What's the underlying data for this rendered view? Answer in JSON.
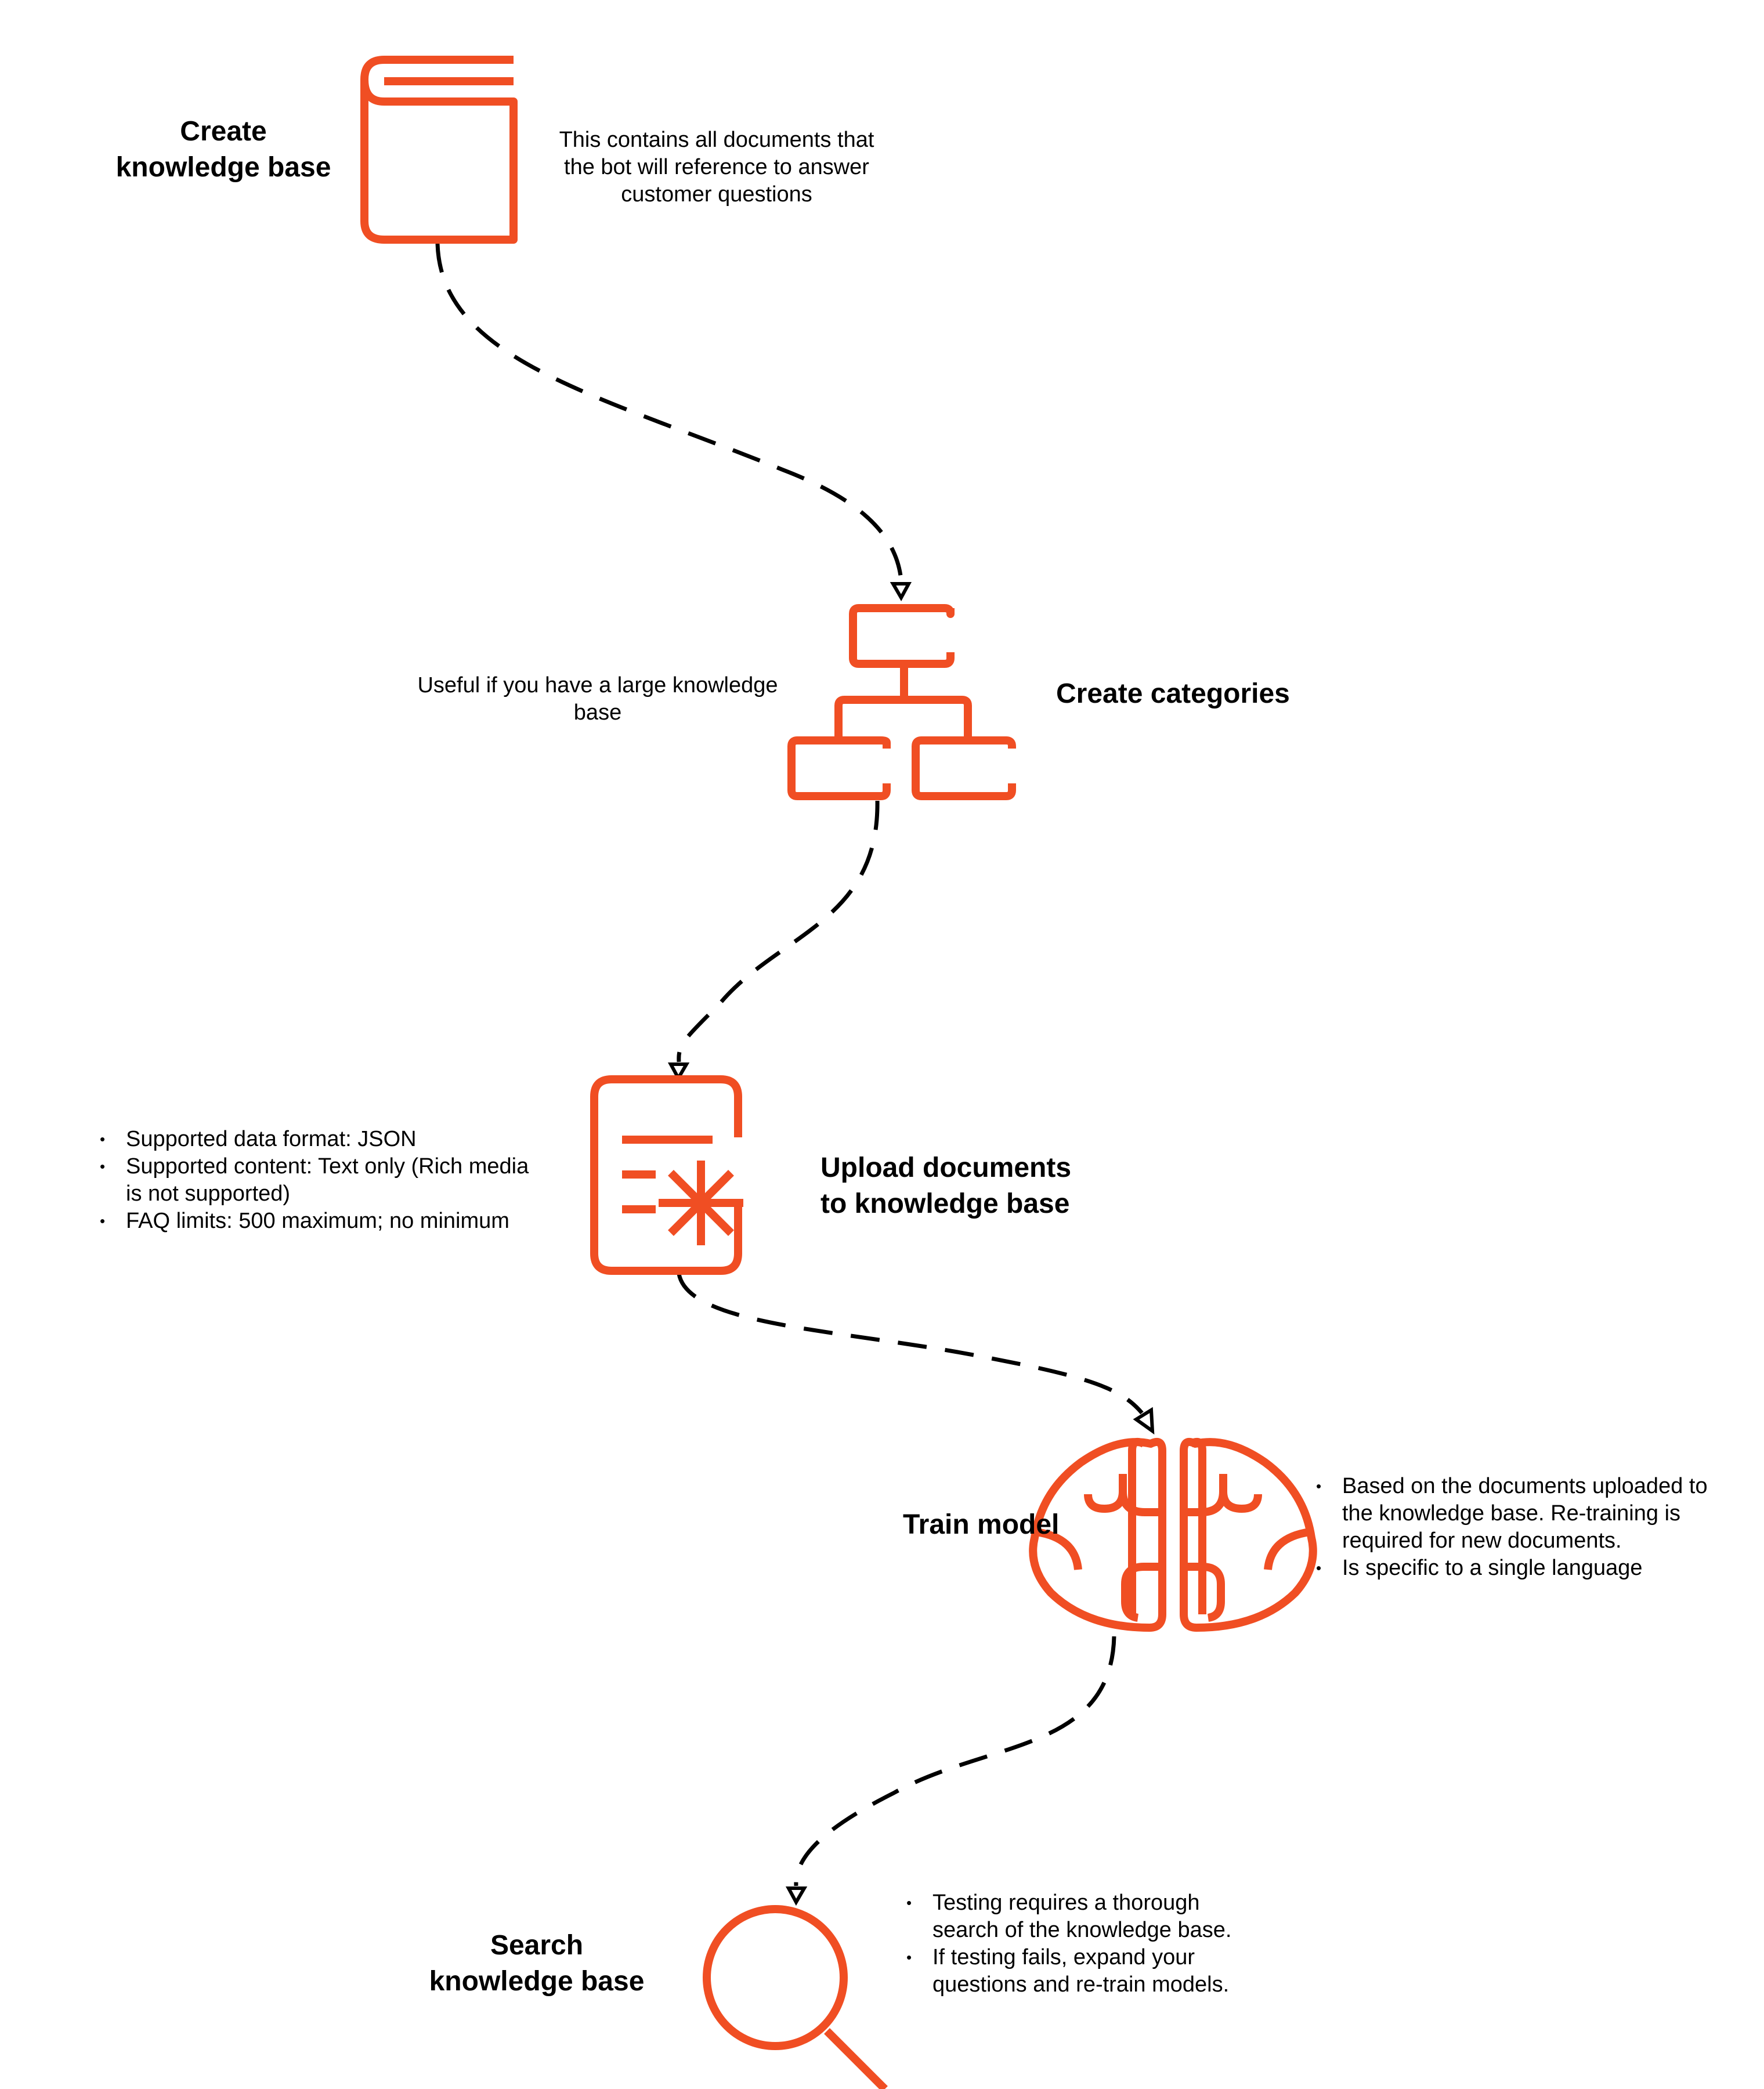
{
  "accent_color": "#f04e23",
  "connector_color": "#000000",
  "steps": [
    {
      "id": "create-knowledge-base",
      "icon": "book-icon",
      "title": [
        "Create",
        "knowledge base"
      ],
      "note": [
        "This contains all documents that",
        "the bot will reference to answer",
        "customer questions"
      ]
    },
    {
      "id": "create-categories",
      "icon": "hierarchy-icon",
      "title": [
        "Create categories"
      ],
      "note": [
        "Useful if you have a large knowledge",
        "base"
      ]
    },
    {
      "id": "upload-documents",
      "icon": "document-asterisk-icon",
      "title": [
        "Upload documents",
        "to knowledge base"
      ],
      "bullets": [
        [
          "Supported data format: JSON"
        ],
        [
          "Supported content: Text only (Rich media",
          "is not supported)"
        ],
        [
          "FAQ limits: 500 maximum; no minimum"
        ]
      ]
    },
    {
      "id": "train-model",
      "icon": "brain-icon",
      "title": [
        "Train model"
      ],
      "bullets": [
        [
          "Based on the documents uploaded to",
          "the knowledge base. Re-training is",
          "required for new documents."
        ],
        [
          "Is specific to a single language"
        ]
      ]
    },
    {
      "id": "search-knowledge-base",
      "icon": "magnifier-icon",
      "title": [
        "Search",
        "knowledge base"
      ],
      "bullets": [
        [
          "Testing requires a thorough",
          "search of the knowledge base."
        ],
        [
          " If testing fails, expand your",
          "questions and re-train models."
        ]
      ]
    }
  ]
}
